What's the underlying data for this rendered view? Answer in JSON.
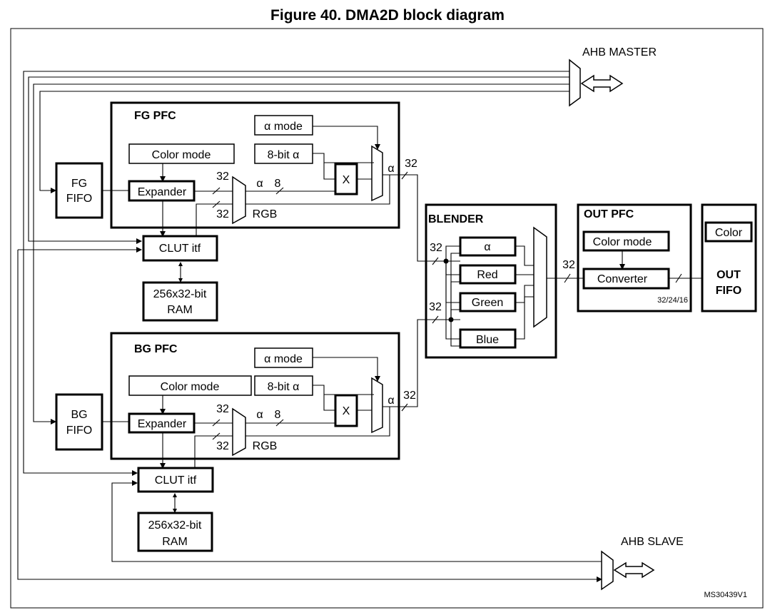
{
  "figure_title": "Figure 40. DMA2D block diagram",
  "ahb_master": "AHB MASTER",
  "ahb_slave": "AHB SLAVE",
  "doc_ref": "MS30439V1",
  "fg_fifo": [
    "FG",
    "FIFO"
  ],
  "bg_fifo": [
    "BG",
    "FIFO"
  ],
  "fg_pfc": {
    "title": "FG PFC",
    "alpha_mode": "α mode",
    "color_mode": "Color mode",
    "eight_bit_alpha": "8-bit α",
    "expander": "Expander",
    "multiply": "X",
    "alpha_symbol": "α",
    "bus_in": "32",
    "bus_alpha": "8",
    "bus_rgb": "32",
    "rgb": "RGB",
    "alpha_out": "α",
    "bus_out": "32"
  },
  "bg_pfc": {
    "title": "BG PFC",
    "alpha_mode": "α mode",
    "color_mode": "Color mode",
    "eight_bit_alpha": "8-bit α",
    "expander": "Expander",
    "multiply": "X",
    "alpha_symbol": "α",
    "bus_in": "32",
    "bus_alpha": "8",
    "bus_rgb": "32",
    "rgb": "RGB",
    "alpha_out": "α",
    "bus_out": "32"
  },
  "fg_clut": "CLUT itf",
  "bg_clut": "CLUT itf",
  "fg_ram": [
    "256x32-bit",
    "RAM"
  ],
  "bg_ram": [
    "256x32-bit",
    "RAM"
  ],
  "blender": {
    "title": "BLENDER",
    "channels": [
      "α",
      "Red",
      "Green",
      "Blue"
    ],
    "bus_fg": "32",
    "bus_bg": "32"
  },
  "blender_out_bus": "32",
  "out_pfc": {
    "title": "OUT PFC",
    "color_mode": "Color mode",
    "converter": "Converter",
    "formats": "32/24/16"
  },
  "out_fifo": {
    "color": "Color",
    "label": [
      "OUT",
      "FIFO"
    ]
  }
}
